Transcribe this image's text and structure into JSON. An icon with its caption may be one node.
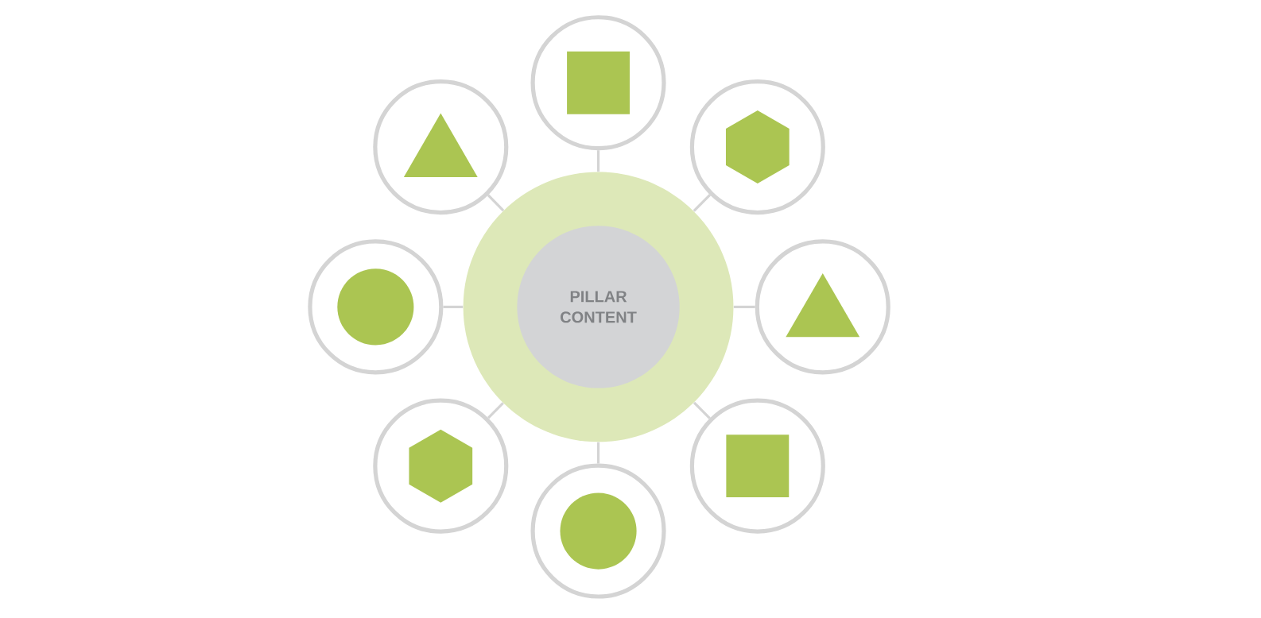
{
  "diagram": {
    "nodes": [
      {
        "text": [],
        "shape": "circle"
      },
      {
        "text": [
          "PILLAR CONTENT"
        ],
        "in": 0
      },
      {
        "text": [],
        "shape": "circle"
      },
      {
        "text": [],
        "shape": "box",
        "in": 2
      },
      {
        "text": [],
        "shape": "circle"
      },
      {
        "text": [],
        "shape": "triangle",
        "in": 4
      },
      {
        "text": [],
        "shape": "circle"
      },
      {
        "text": [],
        "shape": "hexagon",
        "in": 6
      },
      {
        "text": [],
        "shape": "circle"
      },
      {
        "text": [],
        "shape": "circle",
        "in": 8
      },
      {
        "text": [],
        "shape": "circle"
      },
      {
        "text": [],
        "shape": "triangle",
        "in": 10
      },
      {
        "text": [],
        "shape": "circle"
      },
      {
        "text": [],
        "shape": "hexagon",
        "in": 12
      },
      {
        "text": [],
        "shape": "circle"
      },
      {
        "text": [],
        "shape": "box",
        "in": 14
      },
      {
        "text": [],
        "shape": "circle"
      },
      {
        "text": [],
        "shape": "circle",
        "in": 16
      }
    ],
    "edges": [
      {
        "from": 2,
        "to": 0,
        "arrow": "none"
      },
      {
        "from": 4,
        "to": 0,
        "arrow": "none"
      },
      {
        "from": 6,
        "to": 0,
        "arrow": "none"
      },
      {
        "from": 8,
        "to": 0,
        "arrow": "none"
      },
      {
        "from": 10,
        "to": 0,
        "arrow": "none"
      },
      {
        "from": 12,
        "to": 0,
        "arrow": "none"
      },
      {
        "from": 14,
        "to": 0,
        "arrow": "none"
      },
      {
        "from": 16,
        "to": 0,
        "arrow": "none"
      }
    ]
  }
}
